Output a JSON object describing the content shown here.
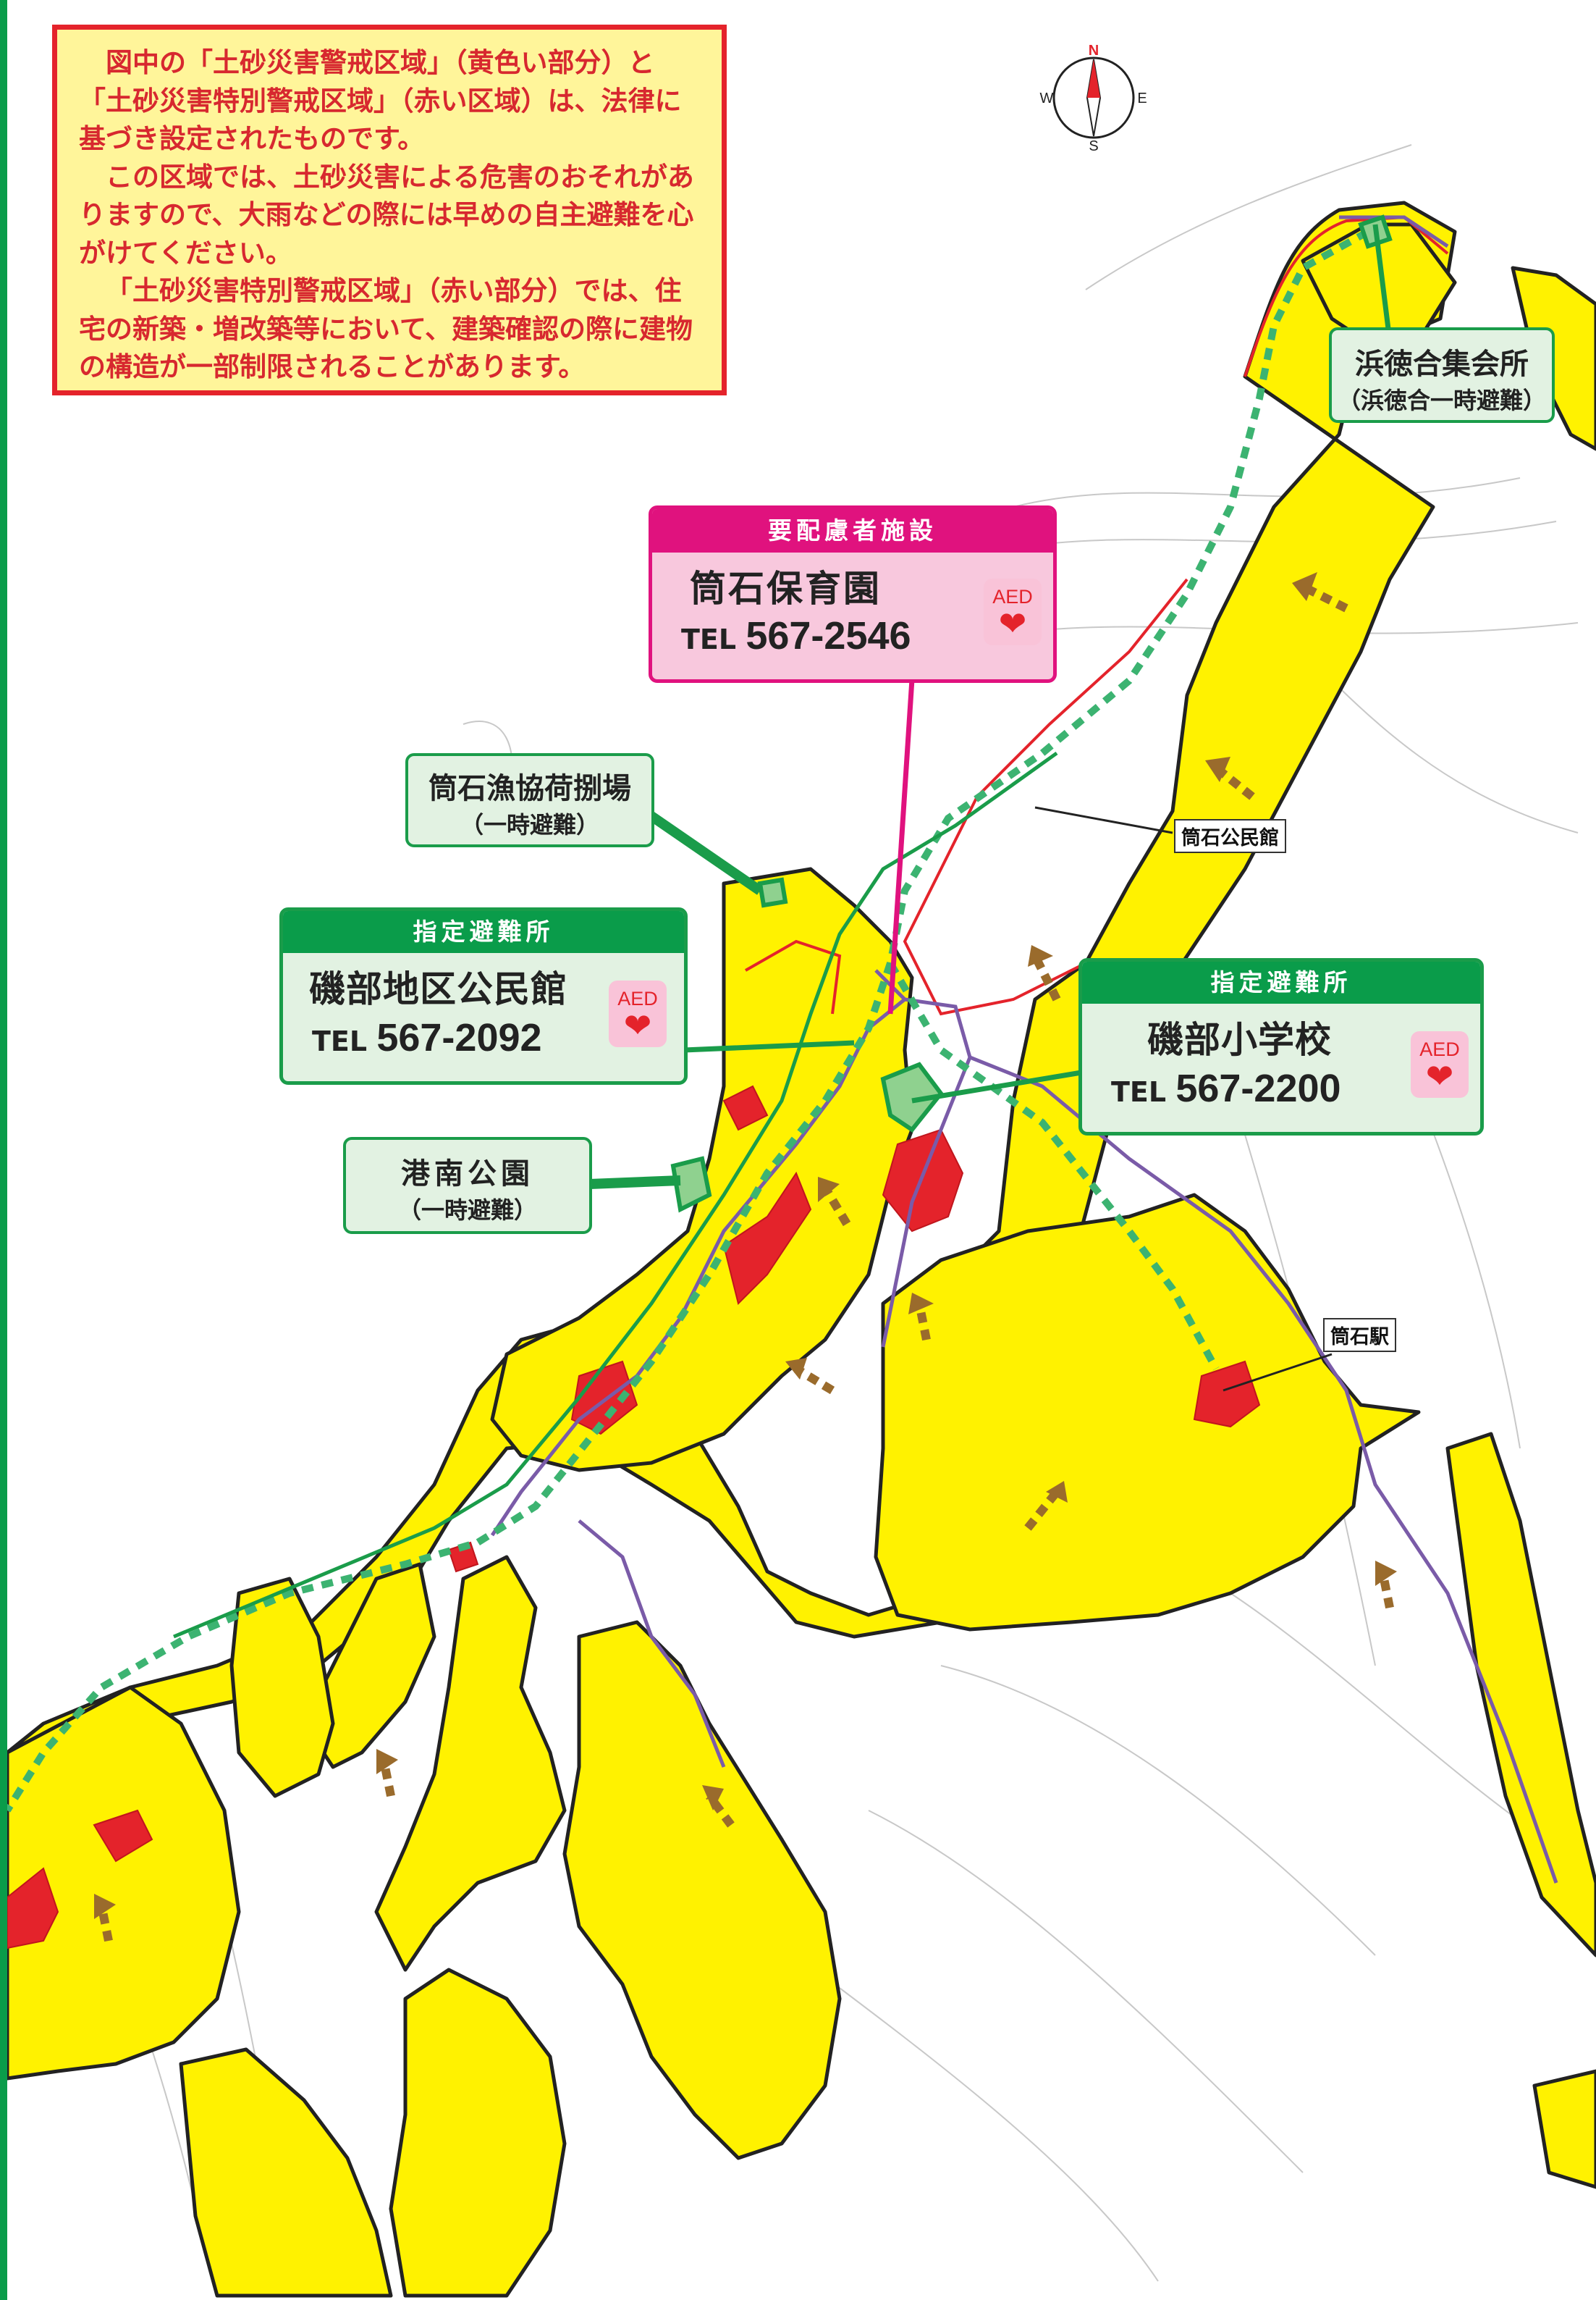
{
  "notice": {
    "line1": "図中の「土砂災害警戒区域」（黄色い部分）と「土砂災害特別警戒区域」（赤い区域）は、法律に基づき設定されたものです。",
    "line2": "この区域では、土砂災害による危害のおそれがありますので、大雨などの際には早めの自主避難を心がけてください。",
    "line3": "「土砂災害特別警戒区域」（赤い部分）では、住宅の新築・増改築等において、建築確認の際に建物の構造が一部制限されることがあります。"
  },
  "compass": {
    "n": "N",
    "s": "S",
    "e": "E",
    "w": "W"
  },
  "facilities": {
    "hamatoku": {
      "name": "浜徳合集会所",
      "sub": "（浜徳合一時避難）"
    },
    "nursery": {
      "header": "要配慮者施設",
      "name": "筒石保育園",
      "tel_prefix": "TEL",
      "tel": "567-2546",
      "aed": "AED"
    },
    "fishery": {
      "name": "筒石漁協荷捌場",
      "sub": "（一時避難）"
    },
    "isobe_hall": {
      "header": "指定避難所",
      "name": "磯部地区公民館",
      "tel_prefix": "TEL",
      "tel": "567-2092",
      "aed": "AED"
    },
    "isobe_school": {
      "header": "指定避難所",
      "name": "磯部小学校",
      "tel_prefix": "TEL",
      "tel": "567-2200",
      "aed": "AED"
    },
    "konan_park": {
      "name": "港南公園",
      "sub": "（一時避難）"
    }
  },
  "place_labels": {
    "tsutsuishi_hall": "筒石公民館",
    "tsutsuishi_station": "筒石駅"
  },
  "colors": {
    "warning_zone": "#fff200",
    "special_zone": "#e4232b",
    "evac_route": "#3cb371",
    "shelter_green": "#1a9c4a",
    "care_pink": "#e0127e",
    "road_purple": "#7a5ba8",
    "arrow_brown": "#9a6b2c"
  }
}
